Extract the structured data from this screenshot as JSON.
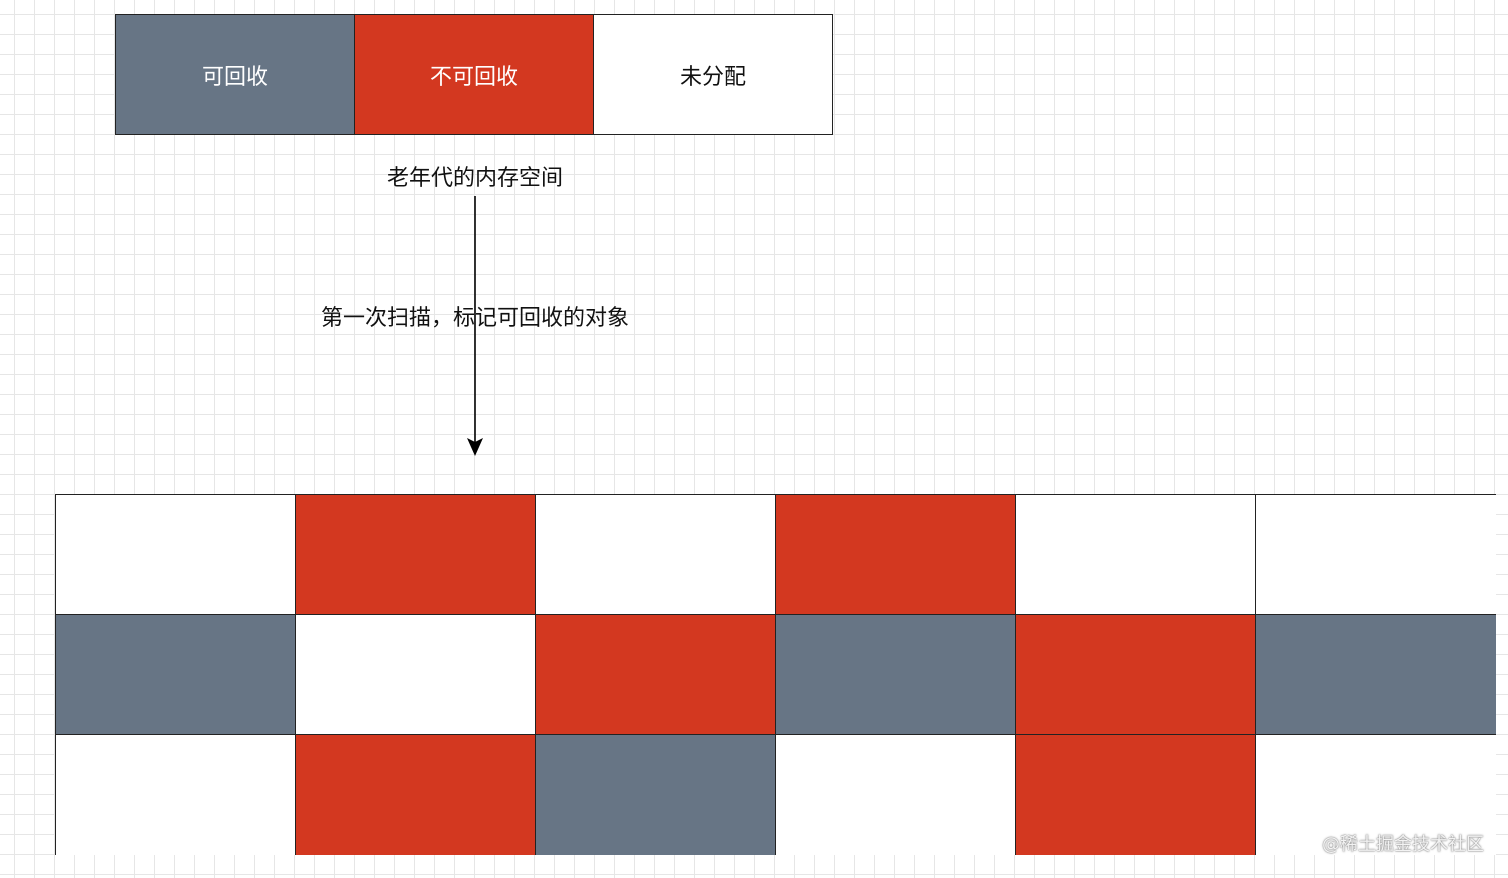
{
  "colors": {
    "reclaimable": "#677585",
    "not_reclaimable": "#d33820",
    "unallocated": "#ffffff"
  },
  "legend": [
    {
      "label": "可回收",
      "state": "reclaimable",
      "text_color": "#ffffff"
    },
    {
      "label": "不可回收",
      "state": "not_reclaimable",
      "text_color": "#ffffff"
    },
    {
      "label": "未分配",
      "state": "unallocated",
      "text_color": "#111111"
    }
  ],
  "caption_top": "老年代的内存空间",
  "caption_middle": "第一次扫描，标记可回收的对象",
  "memory_grid": [
    [
      "unallocated",
      "not_reclaimable",
      "unallocated",
      "not_reclaimable",
      "unallocated",
      "unallocated"
    ],
    [
      "reclaimable",
      "unallocated",
      "not_reclaimable",
      "reclaimable",
      "not_reclaimable",
      "reclaimable"
    ],
    [
      "unallocated",
      "not_reclaimable",
      "reclaimable",
      "unallocated",
      "not_reclaimable",
      "unallocated"
    ]
  ],
  "watermark": "@稀土掘金技术社区"
}
